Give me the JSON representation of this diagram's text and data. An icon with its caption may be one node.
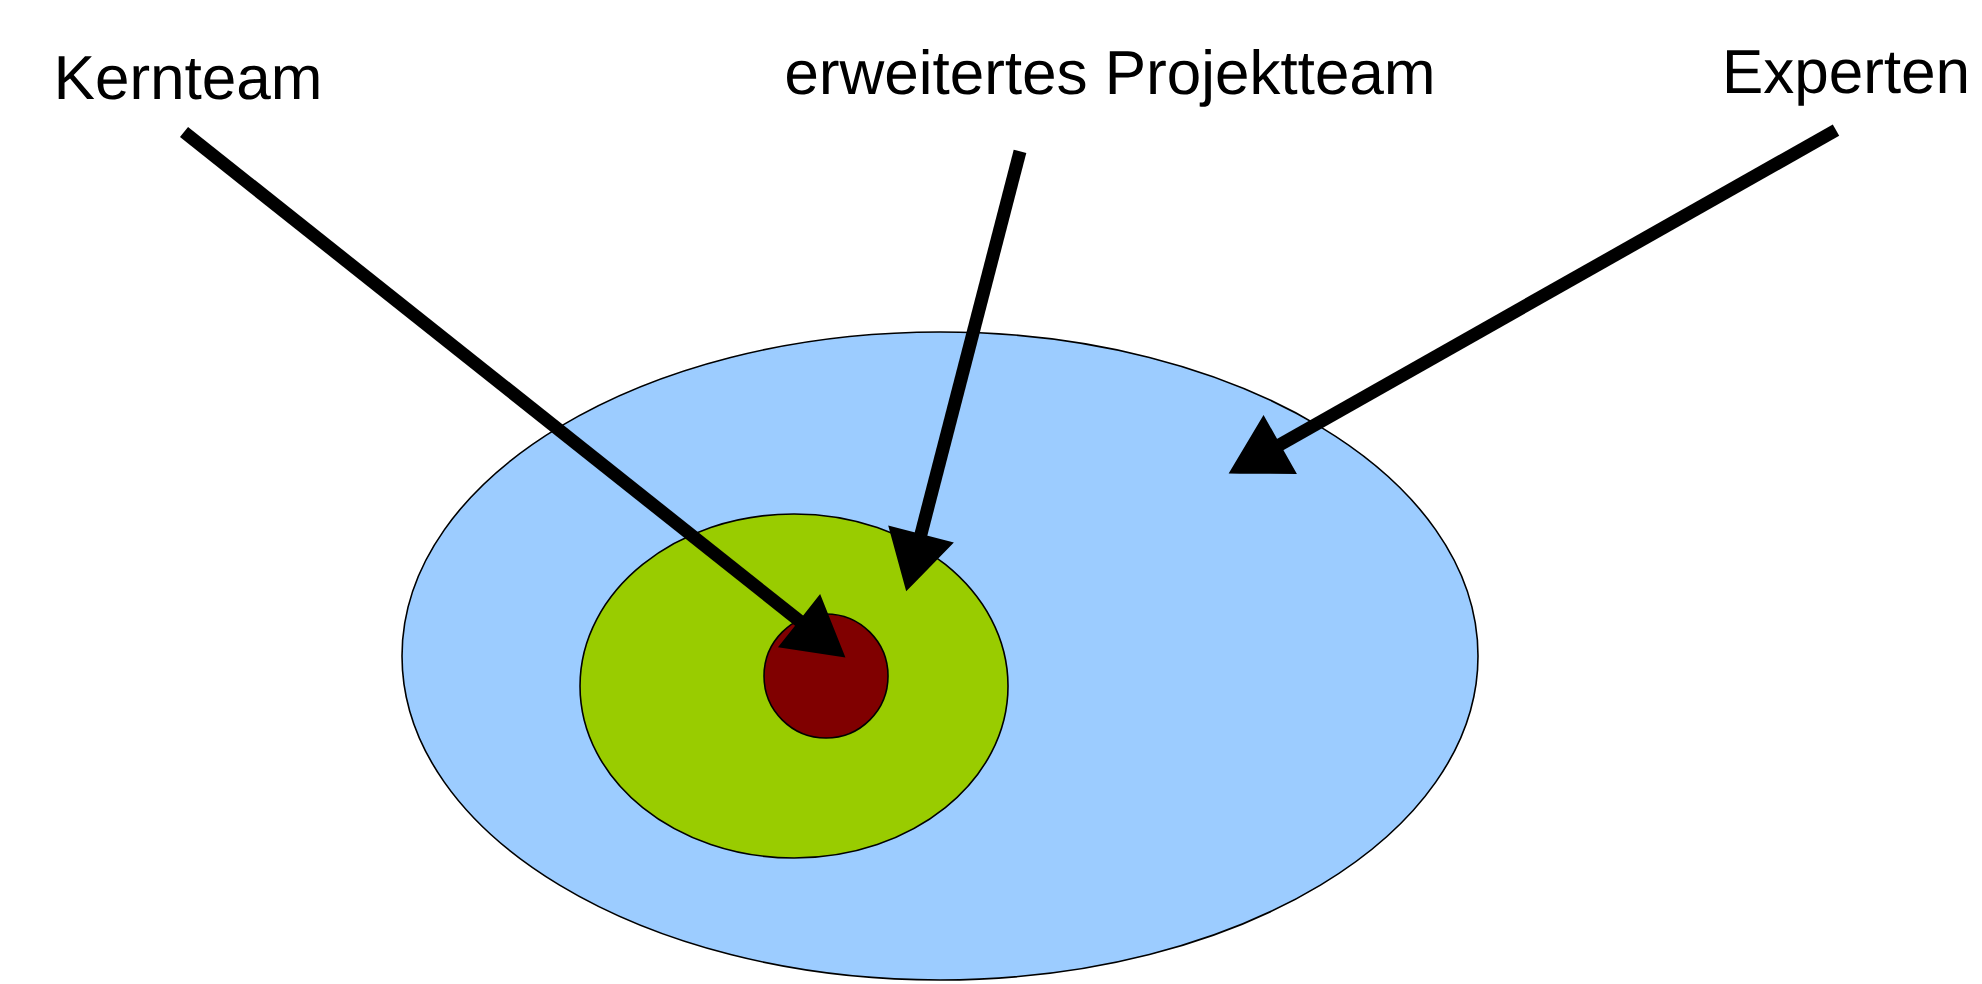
{
  "diagram": {
    "nodes": [
      {
        "text": [
          "Kernteam"
        ]
      },
      {
        "text": [
          "erweitertes Projektteam"
        ]
      },
      {
        "text": [
          "Experten"
        ]
      },
      {
        "text": [],
        "shape": "ellipse"
      },
      {
        "text": [],
        "shape": "ellipse",
        "in": 3
      },
      {
        "text": [],
        "shape": "circle",
        "in": 4
      }
    ],
    "edges": [
      {
        "from": 0,
        "to": 5,
        "arrow": "to"
      },
      {
        "from": 1,
        "to": 4,
        "arrow": "to"
      },
      {
        "from": 2,
        "to": 3,
        "arrow": "to"
      }
    ]
  }
}
